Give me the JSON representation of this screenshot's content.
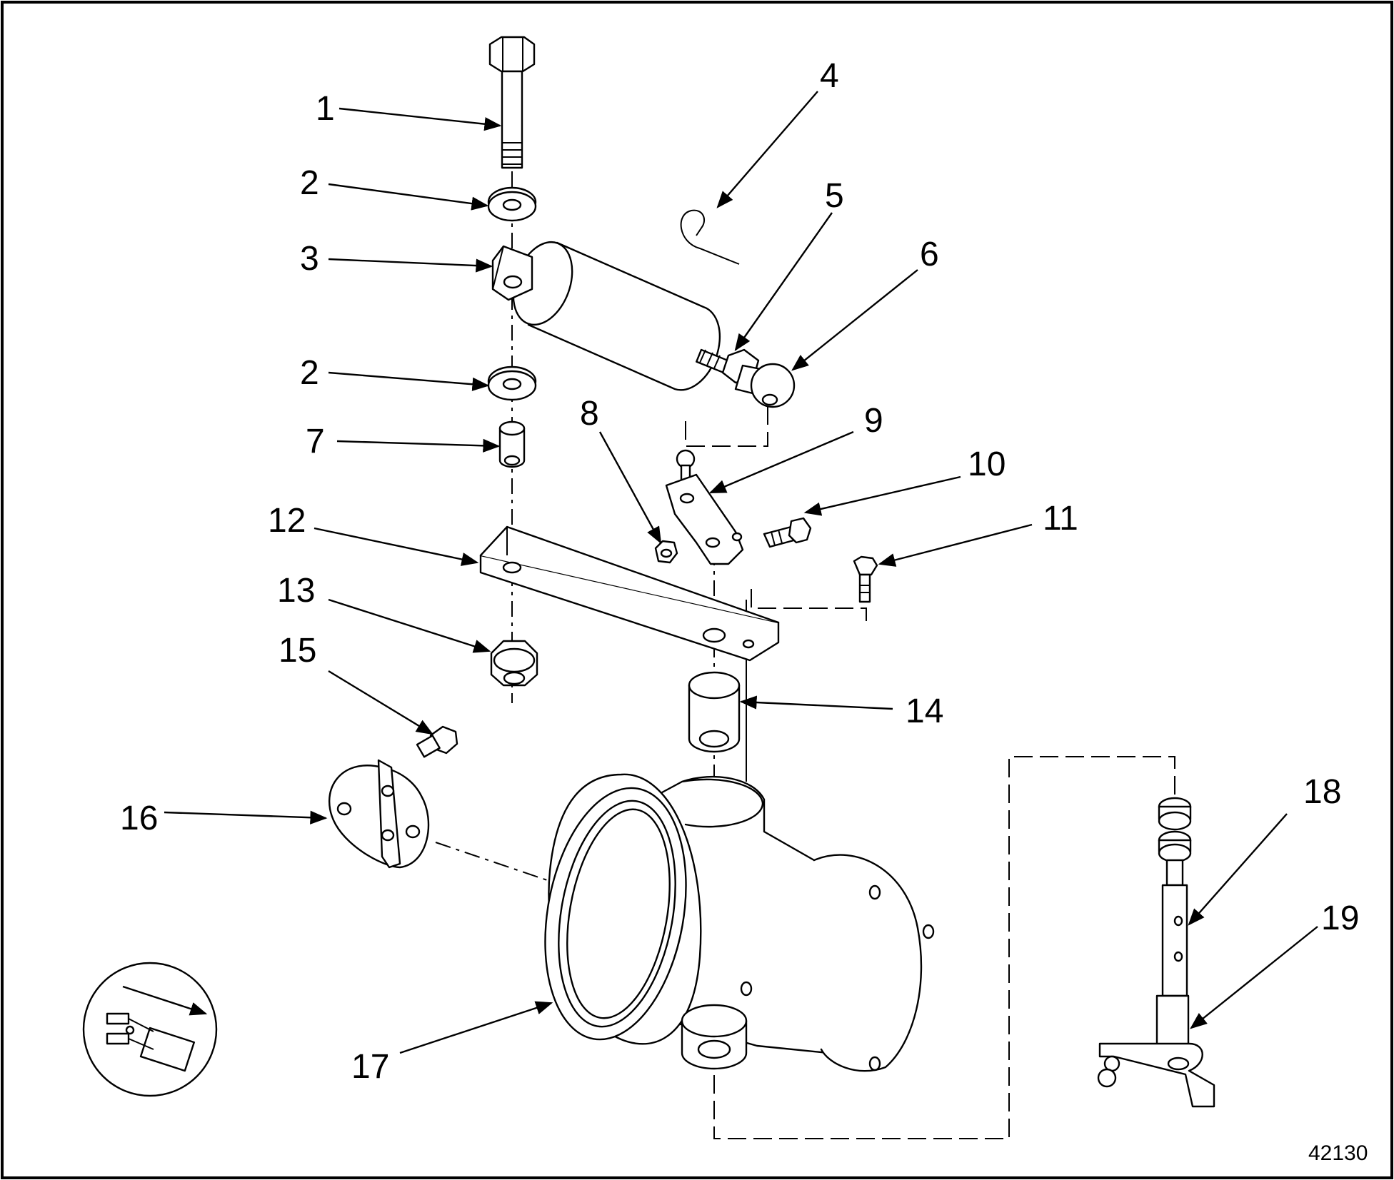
{
  "figure_number": "42130",
  "callouts": [
    {
      "id": "c1",
      "label": "1"
    },
    {
      "id": "c2a",
      "label": "2"
    },
    {
      "id": "c3",
      "label": "3"
    },
    {
      "id": "c4",
      "label": "4"
    },
    {
      "id": "c5",
      "label": "5"
    },
    {
      "id": "c6",
      "label": "6"
    },
    {
      "id": "c2b",
      "label": "2"
    },
    {
      "id": "c7",
      "label": "7"
    },
    {
      "id": "c8",
      "label": "8"
    },
    {
      "id": "c9",
      "label": "9"
    },
    {
      "id": "c10",
      "label": "10"
    },
    {
      "id": "c11",
      "label": "11"
    },
    {
      "id": "c12",
      "label": "12"
    },
    {
      "id": "c13",
      "label": "13"
    },
    {
      "id": "c14",
      "label": "14"
    },
    {
      "id": "c15",
      "label": "15"
    },
    {
      "id": "c16",
      "label": "16"
    },
    {
      "id": "c17",
      "label": "17"
    },
    {
      "id": "c18",
      "label": "18"
    },
    {
      "id": "c19",
      "label": "19"
    }
  ]
}
